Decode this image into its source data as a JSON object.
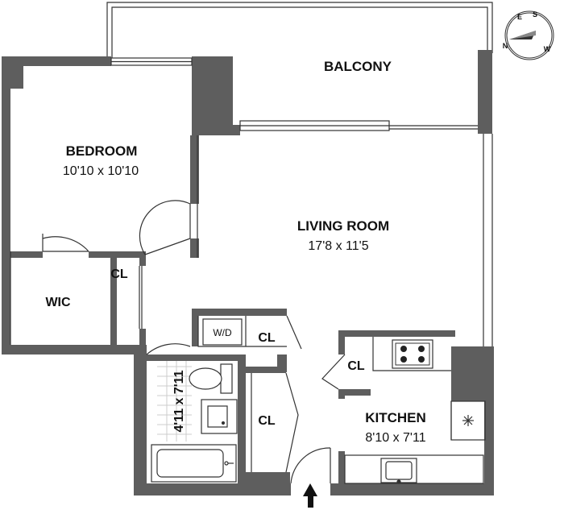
{
  "rooms": {
    "balcony": {
      "name": "BALCONY"
    },
    "bedroom": {
      "name": "BEDROOM",
      "dims": "10'10 x 10'10"
    },
    "living_room": {
      "name": "LIVING ROOM",
      "dims": "17'8 x 11'5"
    },
    "kitchen": {
      "name": "KITCHEN",
      "dims": "8'10 x 7'11"
    },
    "bathroom": {
      "dims": "4'11 x 7'11"
    },
    "wic": {
      "name": "WIC"
    },
    "closet_hall": {
      "name": "CL"
    },
    "closet_wd": {
      "name": "CL"
    },
    "closet_kitchen": {
      "name": "CL"
    },
    "closet_entry": {
      "name": "CL"
    }
  },
  "fixtures": {
    "washer_dryer": "W/D"
  },
  "compass": {
    "letters": {
      "north": "N",
      "south": "S",
      "east": "E",
      "west": "W"
    }
  },
  "colors": {
    "wall": "#5e5e5e",
    "line": "#333333",
    "tile": "#cccccc"
  }
}
